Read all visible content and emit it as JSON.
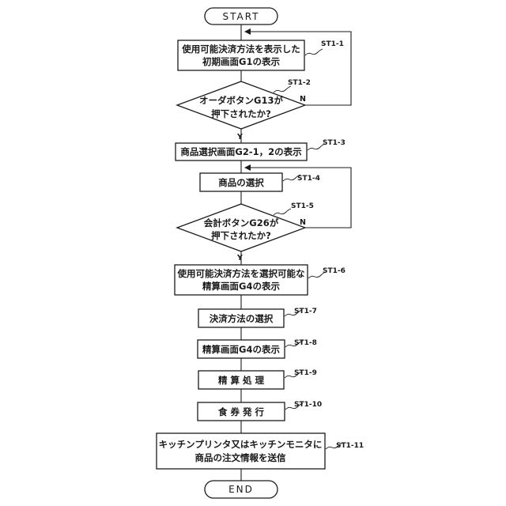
{
  "nodes": {
    "start": "START",
    "st1_1": [
      "使用可能決済方法を表示した",
      "初期画面G1の表示"
    ],
    "st1_2": [
      "オーダボタンG13が",
      "押下されたか?"
    ],
    "st1_3": "商品選択画面G2-1，2の表示",
    "st1_4": "商品の選択",
    "st1_5": [
      "会計ボタンG26が",
      "押下されたか?"
    ],
    "st1_6": [
      "使用可能決済方法を選択可能な",
      "精算画面G4の表示"
    ],
    "st1_7": "決済方法の選択",
    "st1_8": "精算画面G4の表示",
    "st1_9": "精 算 処 理",
    "st1_10": "食 券 発 行",
    "st1_11": [
      "キッチンプリンタ又はキッチンモニタに",
      "商品の注文情報を送信"
    ],
    "end": "END"
  },
  "step_labels": {
    "st1_1": "ST1-1",
    "st1_2": "ST1-2",
    "st1_3": "ST1-3",
    "st1_4": "ST1-4",
    "st1_5": "ST1-5",
    "st1_6": "ST1-6",
    "st1_7": "ST1-7",
    "st1_8": "ST1-8",
    "st1_9": "ST1-9",
    "st1_10": "ST1-10",
    "st1_11": "ST1-11"
  },
  "branches": {
    "st1_2_yes": "Y",
    "st1_2_no": "N",
    "st1_5_yes": "Y",
    "st1_5_no": "N"
  }
}
